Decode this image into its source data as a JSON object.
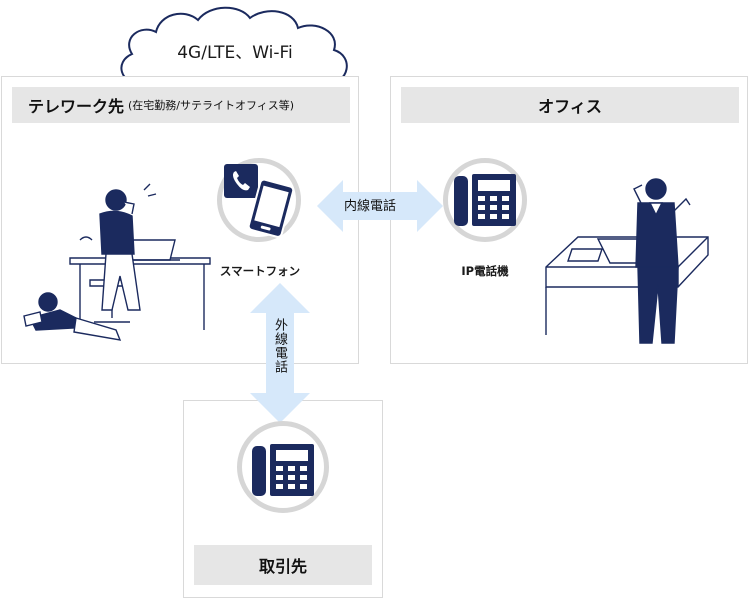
{
  "cloud": {
    "label": "4G/LTE、Wi-Fi"
  },
  "telework": {
    "title": "テレワーク先",
    "subtitle": "(在宅勤務/サテライトオフィス等)",
    "smartphone_label": "スマートフォン"
  },
  "office": {
    "title": "オフィス",
    "ip_phone_label": "IP電話機"
  },
  "client": {
    "title": "取引先"
  },
  "connections": {
    "internal_call": "内線電話",
    "external_call": "外線電話"
  },
  "colors": {
    "navy": "#1b2a5e",
    "arrow": "#d6e8fa",
    "panel_border": "#d9d9d9",
    "header_bg": "#e6e6e6"
  }
}
